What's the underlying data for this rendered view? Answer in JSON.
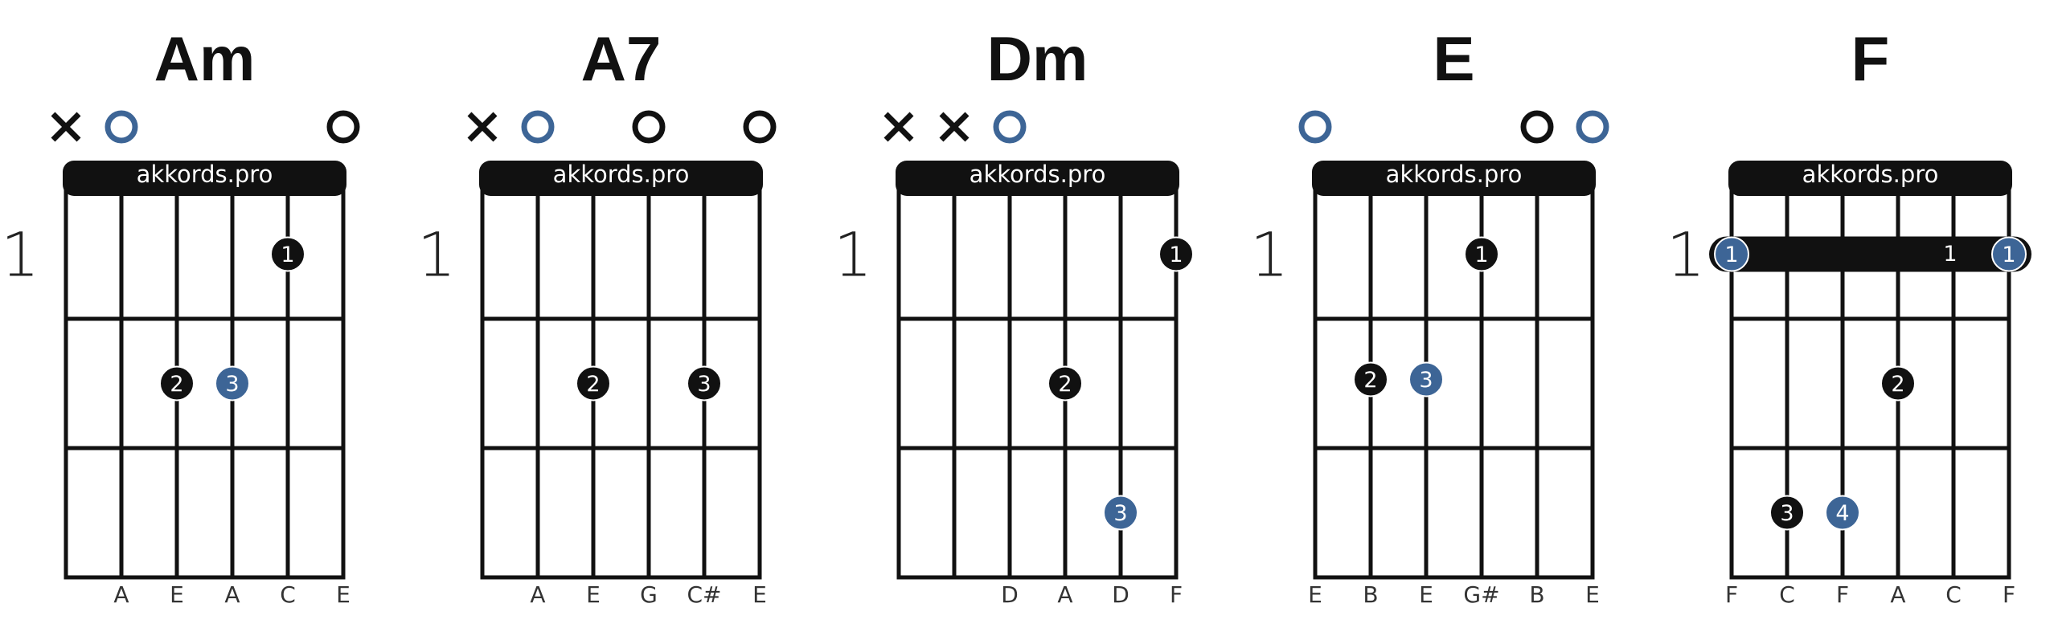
{
  "brand": "akkords.pro",
  "colors": {
    "ink": "#111111",
    "accent": "#3d6596",
    "background": "#ffffff"
  },
  "chords": [
    {
      "name": "Am",
      "fret_label": "1",
      "open_muted": [
        "x",
        "o-blue",
        "",
        "",
        "",
        "o"
      ],
      "notes": [
        "",
        "A",
        "E",
        "A",
        "C",
        "E"
      ],
      "fingers": [
        {
          "string": 5,
          "fret": 1,
          "label": "1",
          "color": "black"
        },
        {
          "string": 3,
          "fret": 2,
          "label": "2",
          "color": "black"
        },
        {
          "string": 4,
          "fret": 2,
          "label": "3",
          "color": "blue"
        }
      ],
      "barre": null
    },
    {
      "name": "A7",
      "fret_label": "1",
      "open_muted": [
        "x",
        "o-blue",
        "",
        "o",
        "",
        "o"
      ],
      "notes": [
        "",
        "A",
        "E",
        "G",
        "C#",
        "E"
      ],
      "fingers": [
        {
          "string": 3,
          "fret": 2,
          "label": "2",
          "color": "black"
        },
        {
          "string": 5,
          "fret": 2,
          "label": "3",
          "color": "black"
        }
      ],
      "barre": null
    },
    {
      "name": "Dm",
      "fret_label": "1",
      "open_muted": [
        "x",
        "x",
        "o-blue",
        "",
        "",
        ""
      ],
      "notes": [
        "",
        "",
        "D",
        "A",
        "D",
        "F"
      ],
      "fingers": [
        {
          "string": 6,
          "fret": 1,
          "label": "1",
          "color": "black"
        },
        {
          "string": 4,
          "fret": 2,
          "label": "2",
          "color": "black"
        },
        {
          "string": 5,
          "fret": 3,
          "label": "3",
          "color": "blue"
        }
      ],
      "barre": null
    },
    {
      "name": "E",
      "fret_label": "1",
      "open_muted": [
        "o-blue",
        "",
        "",
        "",
        "o",
        "o-blue"
      ],
      "notes": [
        "E",
        "B",
        "E",
        "G#",
        "B",
        "E"
      ],
      "fingers": [
        {
          "string": 4,
          "fret": 1,
          "label": "1",
          "color": "black"
        },
        {
          "string": 2,
          "fret": 2,
          "label": "2",
          "color": "black"
        },
        {
          "string": 3,
          "fret": 2,
          "label": "3",
          "color": "blue"
        }
      ],
      "barre": null
    },
    {
      "name": "F",
      "fret_label": "1",
      "open_muted": [
        "",
        "",
        "",
        "",
        "",
        ""
      ],
      "notes": [
        "F",
        "C",
        "F",
        "A",
        "C",
        "F"
      ],
      "fingers": [
        {
          "string": 1,
          "fret": 1,
          "label": "1",
          "color": "blue"
        },
        {
          "string": 6,
          "fret": 1,
          "label": "1",
          "color": "blue"
        },
        {
          "string": 4,
          "fret": 2,
          "label": "2",
          "color": "black"
        },
        {
          "string": 2,
          "fret": 3,
          "label": "3",
          "color": "black"
        },
        {
          "string": 3,
          "fret": 3,
          "label": "4",
          "color": "blue"
        }
      ],
      "barre": {
        "fret": 1,
        "from": 1,
        "to": 6,
        "label": "1"
      }
    }
  ]
}
